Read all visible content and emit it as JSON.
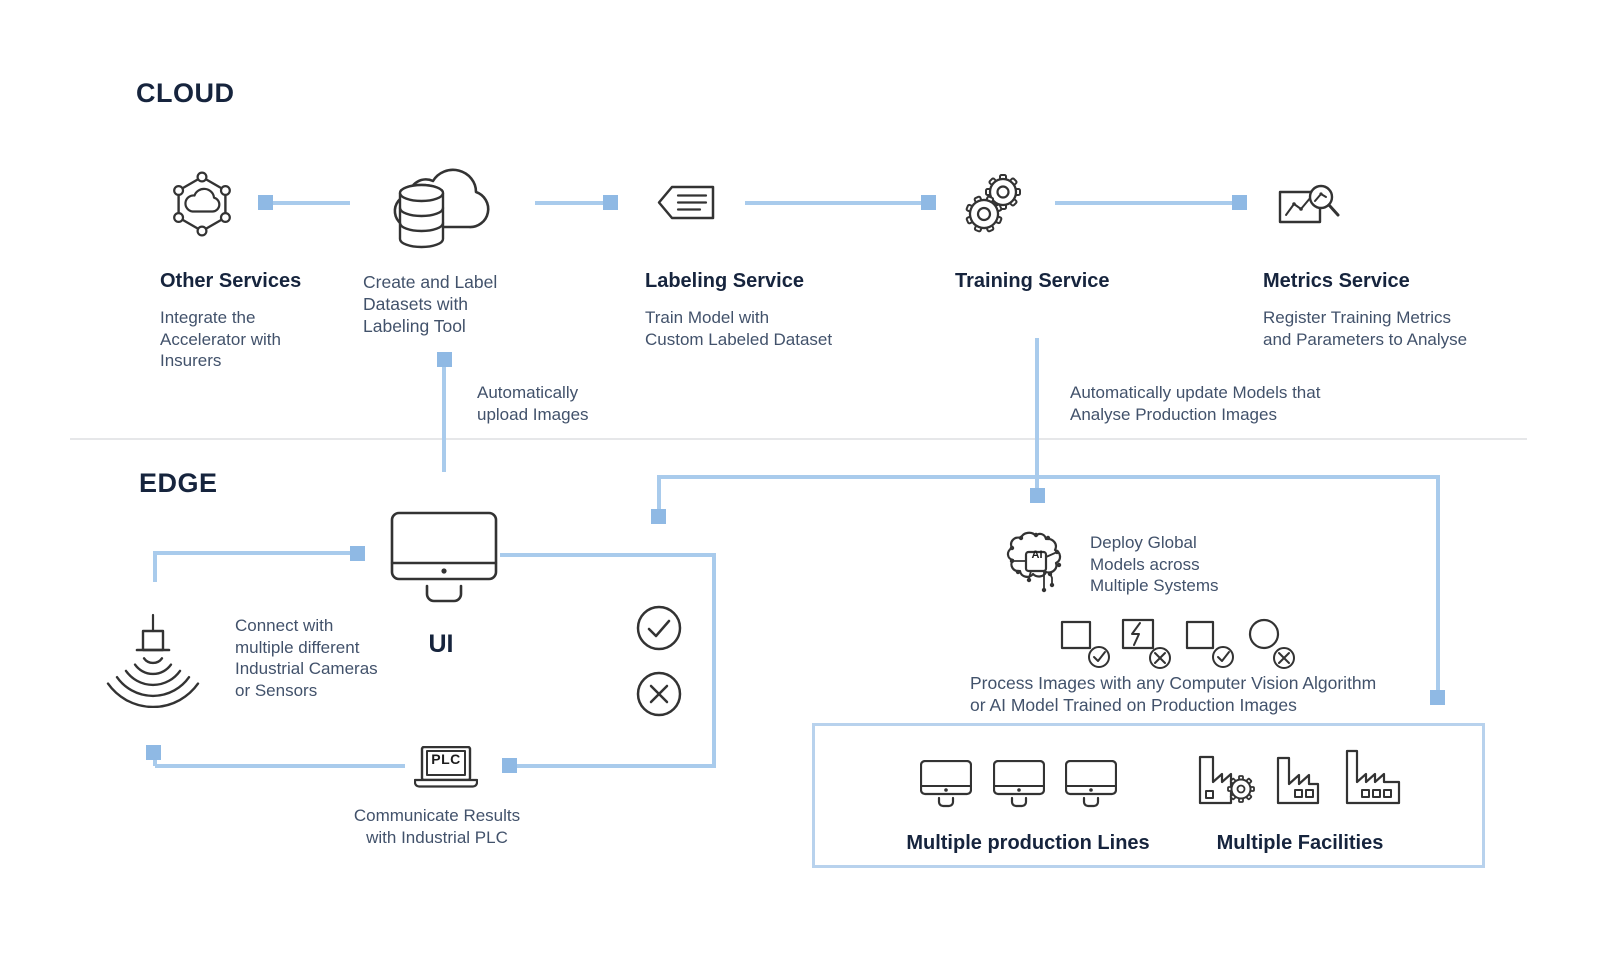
{
  "colors": {
    "accent_line": "#a9cbec",
    "accent_square": "#8fb9e4",
    "heading_text": "#16243d",
    "body_text": "#42526b",
    "box_border": "#b8d2ed",
    "icon_stroke": "#333333"
  },
  "cloud": {
    "heading": "CLOUD",
    "other_services": {
      "title": "Other Services",
      "lines": [
        "Integrate the",
        "Accelerator with",
        "Insurers"
      ]
    },
    "create_label": {
      "lines": [
        "Create and Label",
        "Datasets with",
        "Labeling Tool"
      ]
    },
    "labeling_service": {
      "title": "Labeling Service",
      "lines": [
        "Train Model with",
        "Custom Labeled Dataset"
      ]
    },
    "training_service": {
      "title": "Training Service"
    },
    "metrics_service": {
      "title": "Metrics Service",
      "lines": [
        "Register Training Metrics",
        "and Parameters to Analyse"
      ]
    },
    "upload_note": {
      "lines": [
        "Automatically",
        "upload Images"
      ]
    },
    "update_note": {
      "lines": [
        "Automatically update Models that",
        "Analyse Production Images"
      ]
    }
  },
  "edge": {
    "heading": "EDGE",
    "sensor_note": {
      "lines": [
        "Connect with",
        "multiple different",
        "Industrial Cameras",
        "or Sensors"
      ]
    },
    "ui_label": "UI",
    "plc_label": "PLC",
    "plc_note": {
      "lines": [
        "Communicate Results",
        "with Industrial PLC"
      ]
    },
    "ai_chip_label": "AI",
    "deploy_note": {
      "lines": [
        "Deploy Global",
        "Models across",
        "Multiple Systems"
      ]
    },
    "process_note": {
      "lines": [
        "Process Images with any Computer Vision Algorithm",
        "or AI Model Trained on Production Images"
      ]
    },
    "systems_box": {
      "production_label": "Multiple production Lines",
      "facilities_label": "Multiple Facilities"
    }
  }
}
